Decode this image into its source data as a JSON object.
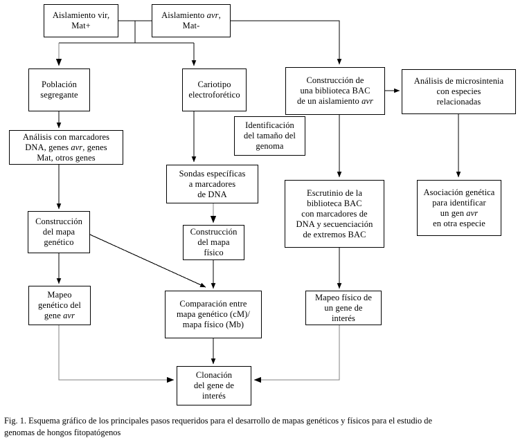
{
  "figure": {
    "caption_lines": [
      "Fig. 1. Esquema gráfico de los principales pasos requeridos para el desarrollo de mapas genéticos y físicos para el estudio de",
      "genomas de hongos fitopatógenos"
    ]
  },
  "colors": {
    "box_border": "#000000",
    "text": "#000000",
    "background": "#ffffff",
    "connector_black": "#000000",
    "connector_gray": "#808080"
  },
  "nodes": {
    "aislamiento_vir": {
      "lines": [
        "Aislamiento vir,",
        "Mat+"
      ],
      "italic_parts": []
    },
    "aislamiento_avr": {
      "lines": [
        "Aislamiento ",
        "Mat-"
      ],
      "line1_pre": "Aislamiento ",
      "line1_italic": "avr",
      "line1_post": ",",
      "line2": "Mat-"
    },
    "poblacion_segregante": {
      "lines": [
        "Población",
        "segregante"
      ]
    },
    "cariotipo": {
      "lines": [
        "Cariotipo",
        "electroforético"
      ]
    },
    "construccion_biblioteca_bac": {
      "line1": "Construcción de",
      "line2": "una biblioteca BAC",
      "line3_pre": "de un aislamiento ",
      "line3_italic": "avr"
    },
    "analisis_microsintenia": {
      "lines": [
        "Análisis de microsintenia",
        "con especies",
        "relacionadas"
      ]
    },
    "analisis_marcadores": {
      "line1": "Análisis con marcadores",
      "line2_pre": "DNA, genes ",
      "line2_italic": "avr",
      "line2_post": ", genes",
      "line3": "Mat, otros genes"
    },
    "identificacion_tamano": {
      "lines": [
        "Identificación",
        "del tamaño del",
        "genoma"
      ]
    },
    "sondas_especificas": {
      "lines": [
        "Sondas específicas",
        "a marcadores",
        "de DNA"
      ]
    },
    "escrutinio_bac": {
      "lines": [
        "Escrutinio de la",
        "biblioteca BAC",
        "con marcadores de",
        "DNA y secuenciación",
        "de extremos BAC"
      ]
    },
    "asociacion_genetica": {
      "line1": "Asociación genética",
      "line2": "para identificar",
      "line3_pre": "un gen ",
      "line3_italic": "avr",
      "line4": "en otra especie"
    },
    "construccion_mapa_genetico": {
      "lines": [
        "Construcción",
        "del mapa",
        "genético"
      ]
    },
    "construccion_mapa_fisico": {
      "lines": [
        "Construcción",
        "del mapa",
        "físico"
      ]
    },
    "mapeo_genetico_avr": {
      "line1": "Mapeo",
      "line2": "genético del",
      "line3_pre": "gene ",
      "line3_italic": "avr"
    },
    "comparacion_mapas": {
      "lines": [
        "Comparación entre",
        "mapa genético (cM)/",
        "mapa físico (Mb)"
      ]
    },
    "mapeo_fisico": {
      "lines": [
        "Mapeo físico de",
        "un gene de",
        "interés"
      ]
    },
    "clonacion": {
      "lines": [
        "Clonación",
        "del gene de",
        "interés"
      ]
    }
  }
}
